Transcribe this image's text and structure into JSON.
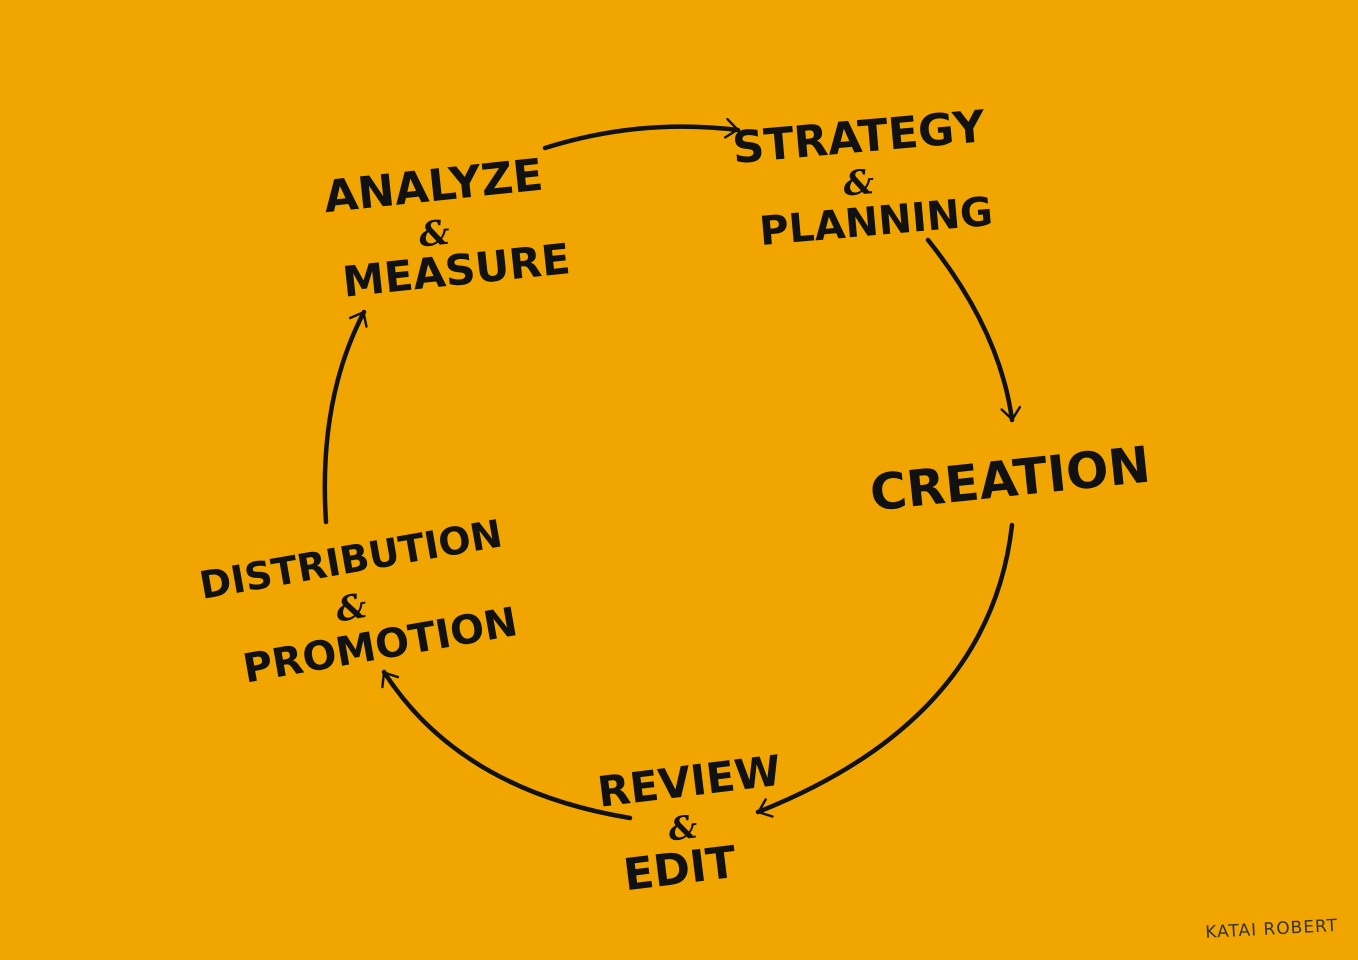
{
  "colors": {
    "background": "#F0A500",
    "ink": "#111111"
  },
  "steps": [
    {
      "line1": "STRATEGY",
      "amp": "&",
      "line2": "PLANNING"
    },
    {
      "line1": "CREATION"
    },
    {
      "line1": "REVIEW",
      "amp": "&",
      "line2": "EDIT"
    },
    {
      "line1": "DISTRIBUTION",
      "amp": "&",
      "line2": "PROMOTION"
    },
    {
      "line1": "ANALYZE",
      "amp": "&",
      "line2": "MEASURE"
    }
  ],
  "signature": "KATAI ROBERT"
}
